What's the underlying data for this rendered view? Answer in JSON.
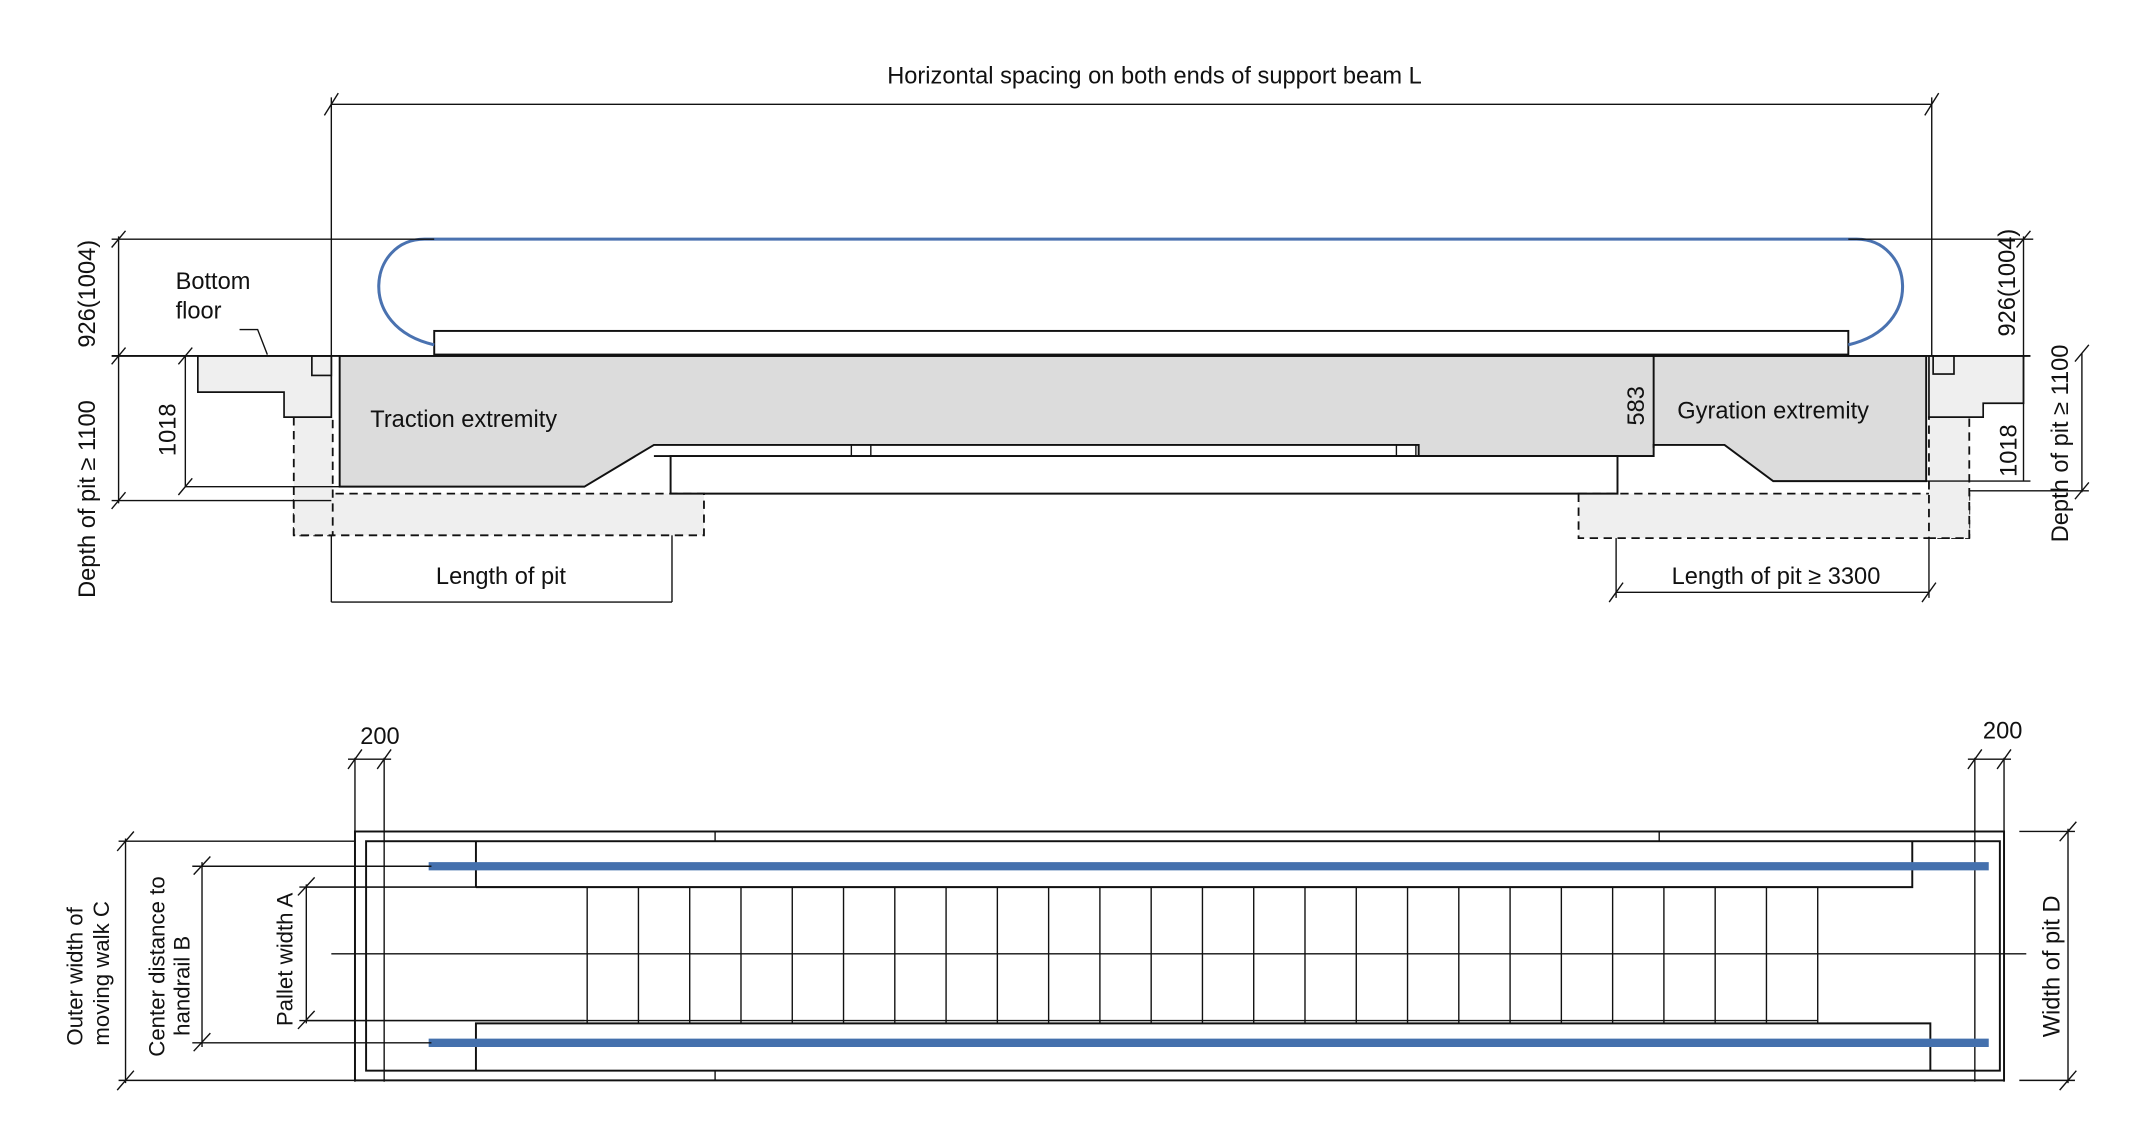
{
  "colors": {
    "handrail": "#4470ad",
    "truss_fill": "#dcdcdc",
    "pit_fill": "#efefef",
    "line": "#111111"
  },
  "side_view": {
    "beam_spacing_label": "Horizontal spacing on both ends of support beam L",
    "bottom_floor_label_line1": "Bottom",
    "bottom_floor_label_line2": "floor",
    "left_height_label": "926(1004)",
    "left_pit_depth_label": "Depth of pit ≥ 1100",
    "left_truss_depth_label": "1018",
    "traction_label": "Traction extremity",
    "truss_height_label": "583",
    "gyration_label": "Gyration extremity",
    "right_height_label": "926(1004)",
    "right_truss_depth_label": "1018",
    "right_pit_depth_label": "Depth of pit ≥ 1100",
    "left_pit_length_label": "Length of pit",
    "right_pit_length_label": "Length of pit ≥ 3300"
  },
  "plan_view": {
    "left_offset_label": "200",
    "right_offset_label": "200",
    "outer_width_line1": "Outer width of",
    "outer_width_line2": "moving walk C",
    "handrail_center_line1": "Center distance to",
    "handrail_center_line2": "handrail B",
    "pallet_width_label": "Pallet width A",
    "pit_width_label": "Width of pit D",
    "pallet_count": 25
  }
}
